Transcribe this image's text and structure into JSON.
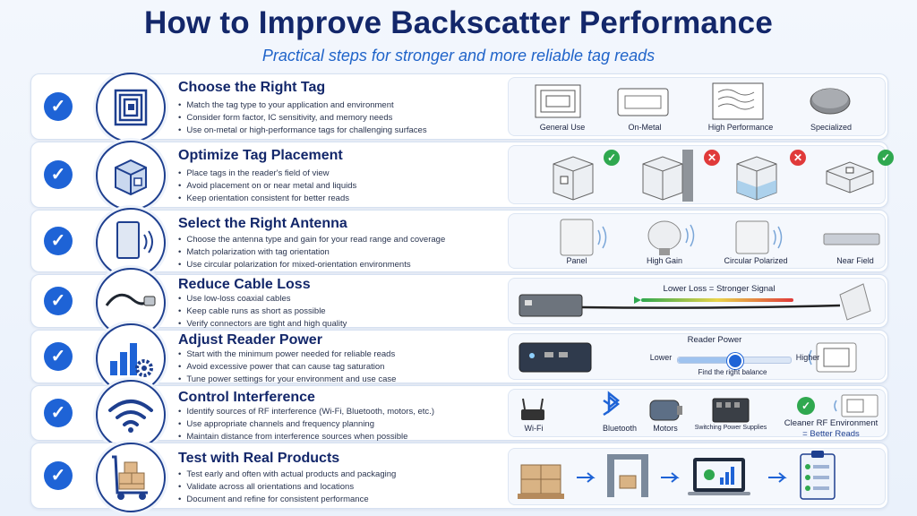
{
  "header": {
    "title": "How to Improve Backscatter Performance",
    "subtitle": "Practical steps for stronger and more reliable tag reads"
  },
  "steps": [
    {
      "heading": "Choose the Right Tag",
      "bullets": [
        "Match the tag type to your application and environment",
        "Consider form factor, IC sensitivity, and memory needs",
        "Use on-metal or high-performance tags for challenging surfaces"
      ],
      "icon": "rfid-tag-icon",
      "panel_labels": [
        "General Use",
        "On-Metal",
        "High Performance",
        "Specialized"
      ]
    },
    {
      "heading": "Optimize Tag Placement",
      "bullets": [
        "Place tags in the reader's field of view",
        "Avoid placement on or near metal and liquids",
        "Keep orientation consistent for better reads"
      ],
      "icon": "box-with-tag-icon",
      "panel_status": [
        "ok",
        "bad",
        "bad",
        "ok"
      ]
    },
    {
      "heading": "Select the Right Antenna",
      "bullets": [
        "Choose the antenna type and gain for your read range and coverage",
        "Match polarization with tag orientation",
        "Use circular polarization for mixed-orientation environments"
      ],
      "icon": "antenna-icon",
      "panel_labels": [
        "Panel",
        "High Gain",
        "Circular Polarized",
        "Near Field"
      ]
    },
    {
      "heading": "Reduce Cable Loss",
      "bullets": [
        "Use low-loss coaxial cables",
        "Keep cable runs as short as possible",
        "Verify connectors are tight and high quality"
      ],
      "icon": "coax-cable-icon",
      "panel_label": "Lower Loss = Stronger Signal"
    },
    {
      "heading": "Adjust Reader Power",
      "bullets": [
        "Start with the minimum power needed for reliable reads",
        "Avoid excessive power that can cause tag saturation",
        "Tune power settings for your environment and use case"
      ],
      "icon": "bar-chart-gear-icon",
      "panel": {
        "title": "Reader Power",
        "low": "Lower",
        "high": "Higher",
        "caption": "Find the right balance",
        "level": 0.5
      }
    },
    {
      "heading": "Control Interference",
      "bullets": [
        "Identify sources of RF interference (Wi-Fi, Bluetooth, motors, etc.)",
        "Use appropriate channels and frequency planning",
        "Maintain distance from interference sources when possible"
      ],
      "icon": "wifi-icon",
      "panel_labels": [
        "Wi-Fi",
        "Bluetooth",
        "Motors",
        "Switching Power Supplies"
      ],
      "result_line1": "Cleaner RF Environment",
      "result_line2": "= Better Reads"
    },
    {
      "heading": "Test with Real Products",
      "bullets": [
        "Test early and often with actual products and packaging",
        "Validate across all orientations and locations",
        "Document and refine for consistent performance"
      ],
      "icon": "hand-truck-boxes-icon"
    }
  ],
  "colors": {
    "title": "#13276a",
    "subtitle": "#1f63c9",
    "check": "#1e63d6",
    "ok": "#2fa84f",
    "bad": "#e03a3a"
  }
}
